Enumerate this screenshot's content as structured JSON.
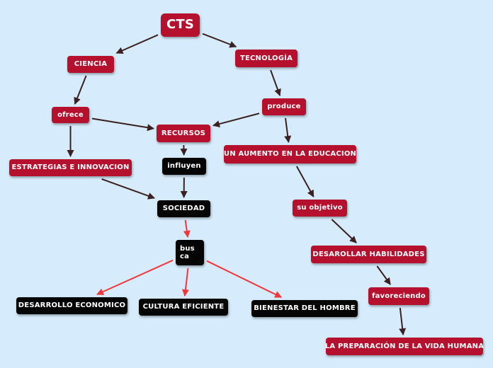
{
  "nodes": {
    "cts": "CTS",
    "ciencia": "CIENCIA",
    "tecnologia": "TECNOLOGÍA",
    "ofrece": "ofrece",
    "produce": "produce",
    "recursos": "RECURSOS",
    "estrategias": "ESTRATEGIAS E INNOVACION",
    "influyen": "influyen",
    "aumento": "UN AUMENTO EN LA EDUCACION",
    "sociedad": "SOCIEDAD",
    "su_objetivo": "su objetivo",
    "busca": "bus ca",
    "desarrollar": "DESAROLLAR HABILIDADES",
    "favoreciendo": "favoreciendo",
    "desarrollo": "DESARROLLO ECONOMICO",
    "cultura": "CULTURA EFICIENTE",
    "bienestar": "BIENESTAR DEL HOMBRE",
    "preparacion": "LA PREPARACIÓN DE LA VIDA HUMANA"
  },
  "colors": {
    "background": "#d6ebfb",
    "concept_red": "#b5102e",
    "concept_black": "#050505",
    "edge_dark": "#3a2020",
    "edge_red": "#f2363a"
  },
  "edges": [
    {
      "from": "cts",
      "to": "ciencia",
      "color": "dark"
    },
    {
      "from": "cts",
      "to": "tecnologia",
      "color": "dark"
    },
    {
      "from": "ciencia",
      "to": "ofrece",
      "color": "dark"
    },
    {
      "from": "tecnologia",
      "to": "produce",
      "color": "dark"
    },
    {
      "from": "ofrece",
      "to": "recursos",
      "color": "dark"
    },
    {
      "from": "produce",
      "to": "recursos",
      "color": "dark"
    },
    {
      "from": "ofrece",
      "to": "estrategias",
      "color": "dark"
    },
    {
      "from": "produce",
      "to": "aumento",
      "color": "dark"
    },
    {
      "from": "recursos",
      "to": "influyen",
      "color": "dark"
    },
    {
      "from": "influyen",
      "to": "sociedad",
      "color": "dark"
    },
    {
      "from": "estrategias",
      "to": "sociedad",
      "color": "dark"
    },
    {
      "from": "aumento",
      "to": "su_objetivo",
      "color": "dark"
    },
    {
      "from": "su_objetivo",
      "to": "desarrollar",
      "color": "dark"
    },
    {
      "from": "desarrollar",
      "to": "favoreciendo",
      "color": "dark"
    },
    {
      "from": "favoreciendo",
      "to": "preparacion",
      "color": "dark"
    },
    {
      "from": "sociedad",
      "to": "busca",
      "color": "red"
    },
    {
      "from": "busca",
      "to": "desarrollo",
      "color": "red"
    },
    {
      "from": "busca",
      "to": "cultura",
      "color": "red"
    },
    {
      "from": "busca",
      "to": "bienestar",
      "color": "red"
    }
  ]
}
